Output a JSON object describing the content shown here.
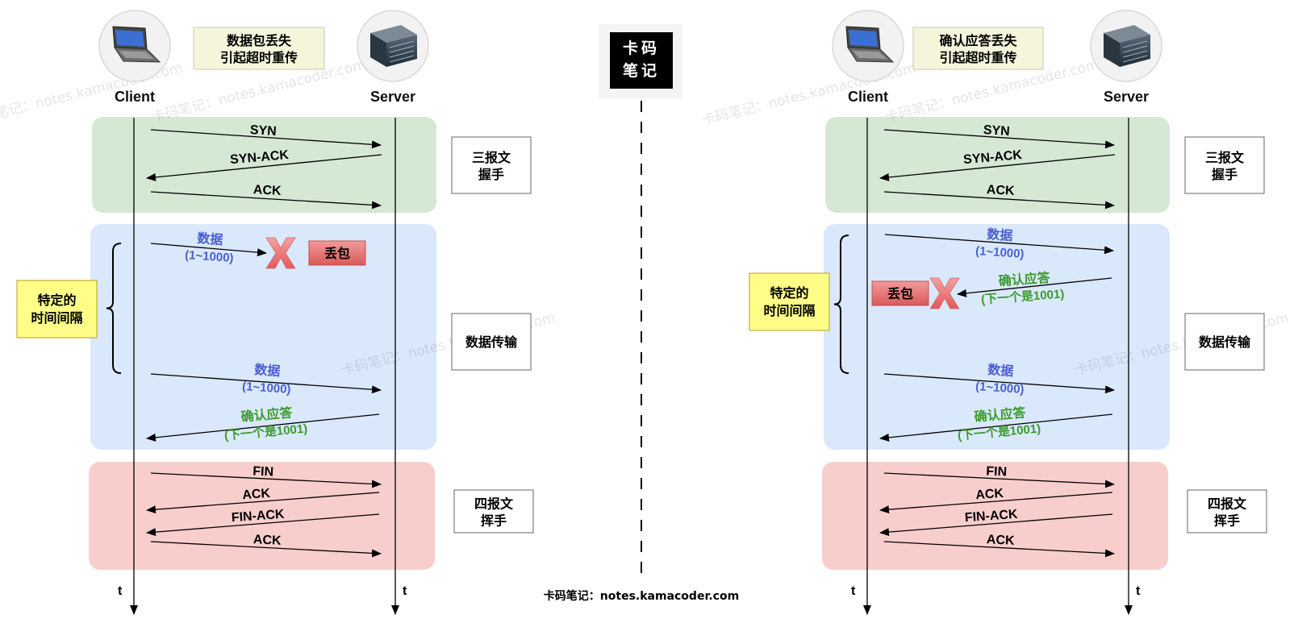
{
  "header": {
    "left_scenario": "数据包丢失\n引起超时重传",
    "right_scenario": "确认应答丢失\n引起超时重传",
    "logo": "卡码\n笔记"
  },
  "actors": {
    "client": "Client",
    "server": "Server",
    "time_axis": "t"
  },
  "phases": {
    "handshake": "三报文\n握手",
    "transfer": "数据传输",
    "teardown": "四报文\n挥手"
  },
  "interval_note": "特定的\n时间间隔",
  "loss_label": "丢包",
  "handshake_messages": [
    "SYN",
    "SYN-ACK",
    "ACK"
  ],
  "teardown_messages": [
    "FIN",
    "ACK",
    "FIN-ACK",
    "ACK"
  ],
  "data_message": {
    "name": "数据",
    "range": "(1~1000)"
  },
  "ack_message": {
    "name": "确认应答",
    "detail": "(下一个是1001)"
  },
  "watermark_text": "卡码笔记：notes.kamacoder.com",
  "footer": "卡码笔记：notes.kamacoder.com",
  "colors": {
    "handshake_bg": "#d5e8d4",
    "transfer_bg": "#dae8fc",
    "teardown_bg": "#f8cecc",
    "note_bg": "#ffff88",
    "scenario_bg": "#f5f5dc",
    "data_text": "#4a5fcf",
    "ack_text": "#3a9a2a",
    "loss_red": "#e06060"
  }
}
